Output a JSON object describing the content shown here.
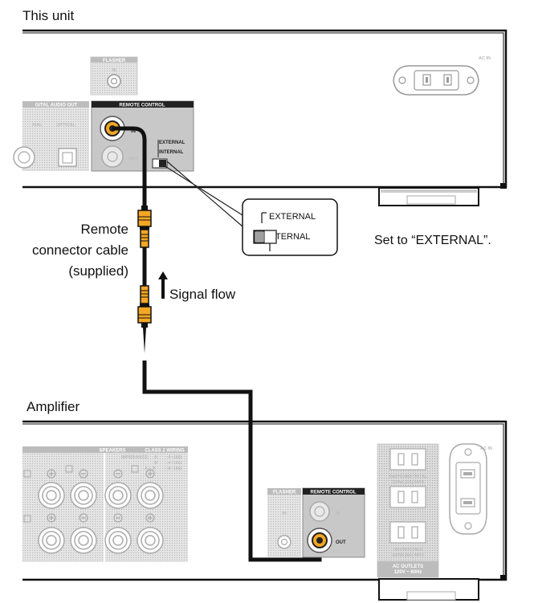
{
  "labels": {
    "this_unit": "This unit",
    "amplifier": "Amplifier",
    "cable_line1": "Remote",
    "cable_line2": "connector cable",
    "cable_line3": "(supplied)",
    "signal_flow": "Signal flow",
    "set_to": "Set to “EXTERNAL”."
  },
  "callout": {
    "external": "EXTERNAL",
    "internal": "INTERNAL"
  },
  "this_unit_panel": {
    "flasher": "FLASHER",
    "flasher_in": "IN",
    "digital_audio_out": "GITAL AUDIO OUT",
    "coaxial": "XIAL",
    "optical": "OPTICAL",
    "remote_control": "REMOTE CONTROL",
    "rc_in": "IN",
    "rc_out": "OUT",
    "switch_external": "EXTERNAL",
    "switch_internal": "INTERNAL",
    "ac_in": "AC IN"
  },
  "amplifier_panel": {
    "speakers": "SPEAKERS",
    "class2": "CLASS 2 WIRING",
    "impedance": "IMPEDANCE",
    "imp_a_label": "A",
    "imp_a_val": ": 4~16Ω",
    "imp_b_label": "B",
    "imp_b_val": ": 4~16Ω",
    "imp_ab_label": "A + B",
    "imp_ab_val": ": 8~16Ω",
    "flasher": "FLASHER",
    "flasher_in": "IN",
    "remote_control": "REMOTE CONTROL",
    "rc_in": "IN",
    "rc_out": "OUT",
    "switched_line1": "SWITCHED TOTAL",
    "switched_line2": "120W (1A) MAX",
    "unswitched_line1": "UNSWITCHED",
    "unswitched_line2": "120W (1A) MAX",
    "ac_outlets_line1": "AC OUTLETS",
    "ac_outlets_line2": "120V ~ 60Hz",
    "ac_in": "AC IN"
  },
  "colors": {
    "plug_orange": "#f5a623",
    "panel_gray": "#d9d9d9",
    "panel_dark": "#c9c9c9"
  }
}
